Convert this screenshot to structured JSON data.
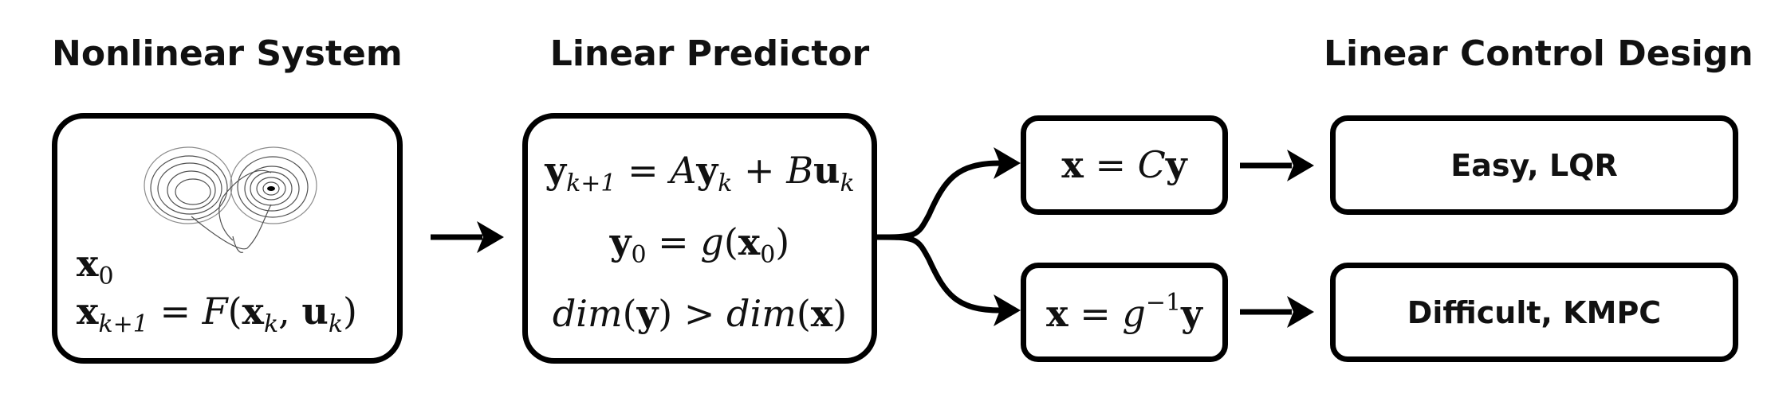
{
  "headings": {
    "nonlinear": "Nonlinear System",
    "predictor": "Linear Predictor",
    "control": "Linear Control Design"
  },
  "results": {
    "easy": "Easy, LQR",
    "difficult": "Difficult, KMPC"
  },
  "equations": {
    "x0_var": "x",
    "x0_sub": "0",
    "dyn_lhs": "x",
    "dyn_lhs_sub": "k+1",
    "dyn_F": "F",
    "dyn_x": "x",
    "dyn_x_sub": "k",
    "dyn_u": "u",
    "dyn_u_sub": "k",
    "lin_y1": "y",
    "lin_y1_sub": "k+1",
    "lin_A": "A",
    "lin_y2": "y",
    "lin_y2_sub": "k",
    "lin_B": "B",
    "lin_u": "u",
    "lin_u_sub": "k",
    "init_y": "y",
    "init_y_sub": "0",
    "init_g": "g",
    "init_x": "x",
    "init_x_sub": "0",
    "dim_word1": "dim",
    "dim_y": "y",
    "dim_word2": "dim",
    "dim_x": "x",
    "out1_x": "x",
    "out1_C": "C",
    "out1_y": "y",
    "out2_x": "x",
    "out2_g": "g",
    "out2_sup": "−1",
    "out2_y": "y"
  }
}
